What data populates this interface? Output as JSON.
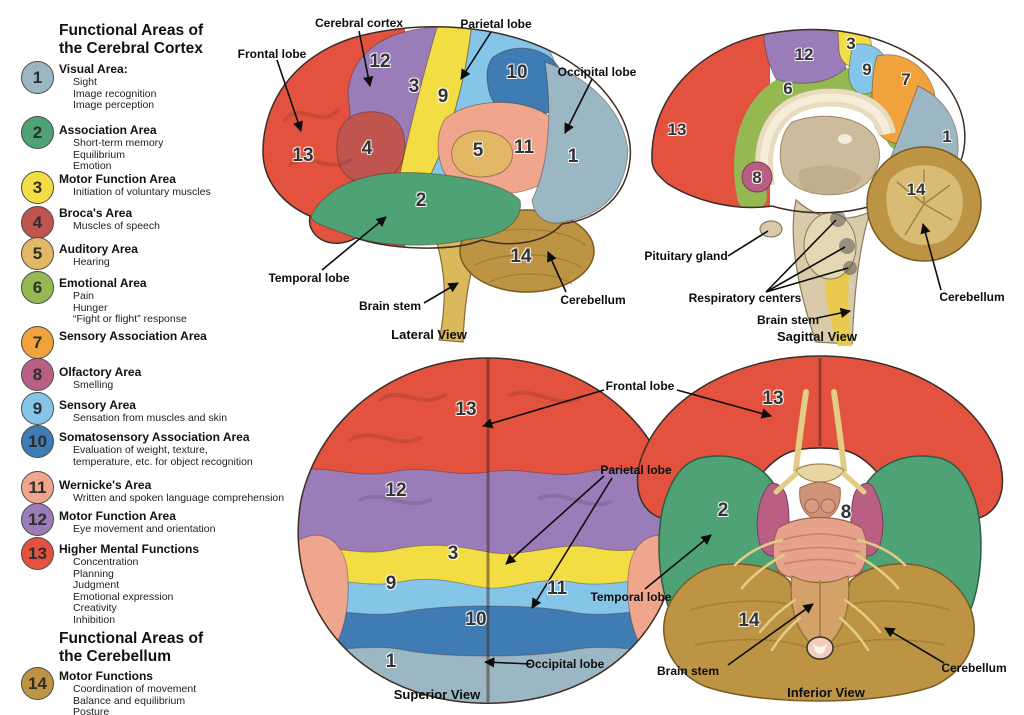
{
  "area_colors": {
    "1": "#9cb7c4",
    "2": "#4ea275",
    "3": "#f3dd44",
    "4": "#c0554f",
    "5": "#e2b765",
    "6": "#95b852",
    "7": "#f0a23c",
    "8": "#b95f84",
    "9": "#85c6e8",
    "10": "#3f7cb4",
    "11": "#f0a58d",
    "12": "#9a7cb8",
    "13": "#e2523f",
    "14": "#bd9443"
  },
  "legend_cortex": {
    "title_line1": "Functional Areas of",
    "title_line2": "the Cerebral Cortex",
    "items": [
      {
        "num": "1",
        "name": "Visual Area:",
        "details": [
          "Sight",
          "Image recognition",
          "Image perception"
        ]
      },
      {
        "num": "2",
        "name": "Association Area",
        "details": [
          "Short-term memory",
          "Equilibrium",
          "Emotion"
        ]
      },
      {
        "num": "3",
        "name": "Motor Function Area",
        "details": [
          "Initiation of voluntary muscles"
        ]
      },
      {
        "num": "4",
        "name": "Broca's Area",
        "details": [
          "Muscles of speech"
        ]
      },
      {
        "num": "5",
        "name": "Auditory Area",
        "details": [
          "Hearing"
        ]
      },
      {
        "num": "6",
        "name": "Emotional Area",
        "details": [
          "Pain",
          "Hunger",
          "“Fight or flight” response"
        ]
      },
      {
        "num": "7",
        "name": "Sensory Association Area",
        "details": []
      },
      {
        "num": "8",
        "name": "Olfactory Area",
        "details": [
          "Smelling"
        ]
      },
      {
        "num": "9",
        "name": "Sensory Area",
        "details": [
          "Sensation from muscles and skin"
        ]
      },
      {
        "num": "10",
        "name": "Somatosensory Association Area",
        "details": [
          "Evaluation of weight, texture,",
          "temperature, etc. for object recognition"
        ]
      },
      {
        "num": "11",
        "name": "Wernicke's Area",
        "details": [
          "Written and spoken language comprehension"
        ]
      },
      {
        "num": "12",
        "name": "Motor Function Area",
        "details": [
          "Eye movement and orientation"
        ]
      },
      {
        "num": "13",
        "name": "Higher Mental Functions",
        "details": [
          "Concentration",
          "Planning",
          "Judgment",
          "Emotional expression",
          "Creativity",
          "Inhibition"
        ]
      }
    ]
  },
  "legend_cerebellum": {
    "title_line1": "Functional Areas of",
    "title_line2": "the Cerebellum",
    "items": [
      {
        "num": "14",
        "name": "Motor Functions",
        "details": [
          "Coordination of movement",
          "Balance and equilibrium",
          "Posture"
        ]
      }
    ]
  },
  "views": {
    "lateral": {
      "caption": "Lateral View",
      "numbers": [
        "13",
        "4",
        "12",
        "3",
        "9",
        "10",
        "5",
        "11",
        "1",
        "2",
        "14"
      ],
      "labels": {
        "cerebral_cortex": "Cerebral cortex",
        "frontal_lobe": "Frontal lobe",
        "parietal_lobe": "Parietal lobe",
        "occipital_lobe": "Occipital lobe",
        "temporal_lobe": "Temporal lobe",
        "brain_stem": "Brain stem",
        "cerebellum": "Cerebellum"
      }
    },
    "sagittal": {
      "caption": "Sagittal View",
      "numbers": [
        "13",
        "12",
        "3",
        "9",
        "7",
        "6",
        "1",
        "8",
        "14"
      ],
      "labels": {
        "pituitary_gland": "Pituitary gland",
        "respiratory_centers": "Respiratory centers",
        "brain_stem": "Brain stem",
        "cerebellum": "Cerebellum"
      }
    },
    "superior": {
      "caption": "Superior View",
      "numbers": [
        "13",
        "12",
        "3",
        "9",
        "10",
        "11",
        "1"
      ]
    },
    "inferior": {
      "caption": "Inferior View",
      "numbers": [
        "13",
        "2",
        "8",
        "14"
      ]
    },
    "bottom_labels": {
      "frontal_lobe": "Frontal lobe",
      "parietal_lobe": "Parietal lobe",
      "temporal_lobe": "Temporal lobe",
      "occipital_lobe": "Occipital lobe",
      "brain_stem": "Brain stem",
      "cerebellum": "Cerebellum"
    }
  }
}
